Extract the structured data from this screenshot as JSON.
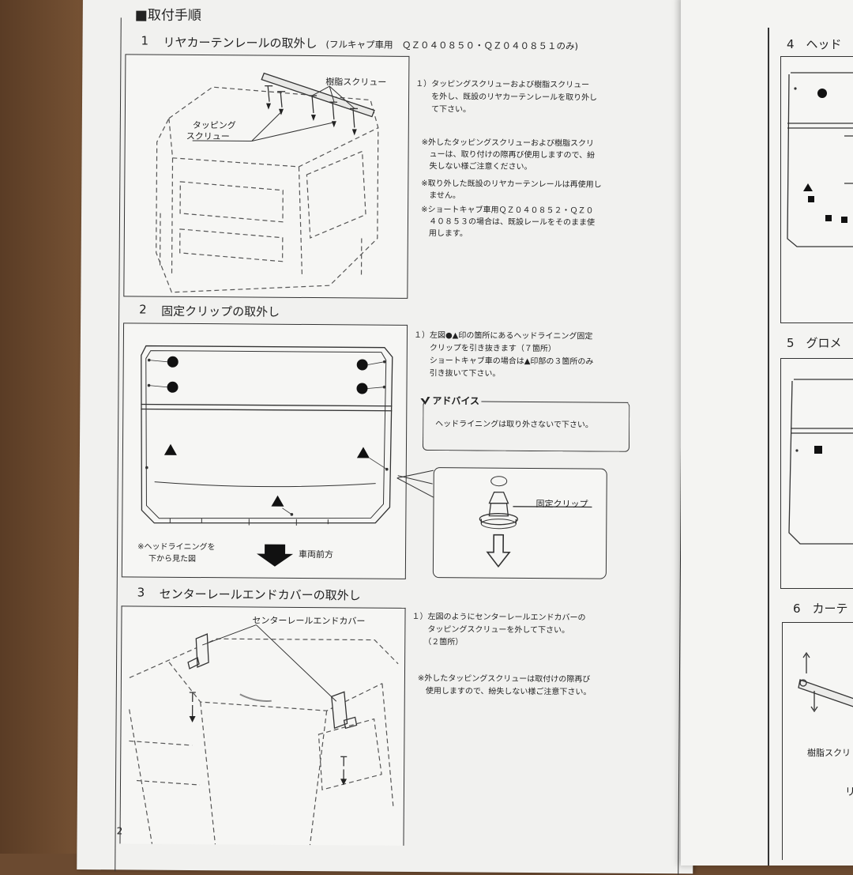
{
  "page": {
    "section_title": "■取付手順",
    "page_number": "2"
  },
  "step1": {
    "number": "1",
    "title": "リヤカーテンレールの取外し",
    "title_suffix": "(フルキャプ車用　ＱＺ０４０８５０・ＱＺ０４０８５１のみ)",
    "label_resin": "樹脂スクリュー",
    "label_tapping_1": "タッピング",
    "label_tapping_2": "スクリュー",
    "text_1": "１）タッピングスクリューおよび樹脂スクリュー",
    "text_2": "　　を外し、既設のリヤカーテンレールを取り外し",
    "text_3": "　　て下さい。",
    "note_1a": "※外したタッピングスクリューおよび樹脂スクリ",
    "note_1b": "　ューは、取り付けの際再び使用しますので、紛",
    "note_1c": "　失しない様ご注意ください。",
    "note_2a": "※取り外した既設のリヤカーテンレールは再使用し",
    "note_2b": "　ません。",
    "note_3a": "※ショートキャブ車用ＱＺ０４０８５２・ＱＺ０",
    "note_3b": "　４０８５３の場合は、既設レールをそのまま使",
    "note_3c": "　用します。"
  },
  "step2": {
    "number": "2",
    "title": "固定クリップの取外し",
    "text_1": "１）左図●▲印の箇所にあるヘッドライニング固定",
    "text_2": "　　クリップを引き抜きます（７箇所）",
    "text_3": "　　ショートキャブ車の場合は▲印部の３箇所のみ",
    "text_4": "　　引き抜いて下さい。",
    "advice_title": "アドバイス",
    "advice_text": "ヘッドライニングは取り外さないで下さい。",
    "caption_1": "※ヘッドライニングを",
    "caption_2": "下から見た図",
    "front_label": "車両前方",
    "clip_label": "固定クリップ"
  },
  "step3": {
    "number": "3",
    "title": "センターレールエンドカバーの取外し",
    "label_cover": "センターレールエンドカバー",
    "text_1": "１）左図のようにセンターレールエンドカバーの",
    "text_2": "　　タッピングスクリューを外して下さい。",
    "text_3": "　　（２箇所）",
    "note_1a": "※外したタッピングスクリューは取付けの際再び",
    "note_1b": "　使用しますので、紛失しない様ご注意下さい。"
  },
  "right_page": {
    "step4": "4　ヘッド",
    "step5": "5　グロメ",
    "step6": "6　カーテ",
    "label_resin": "樹脂スクリ",
    "label_ri": "リ"
  }
}
